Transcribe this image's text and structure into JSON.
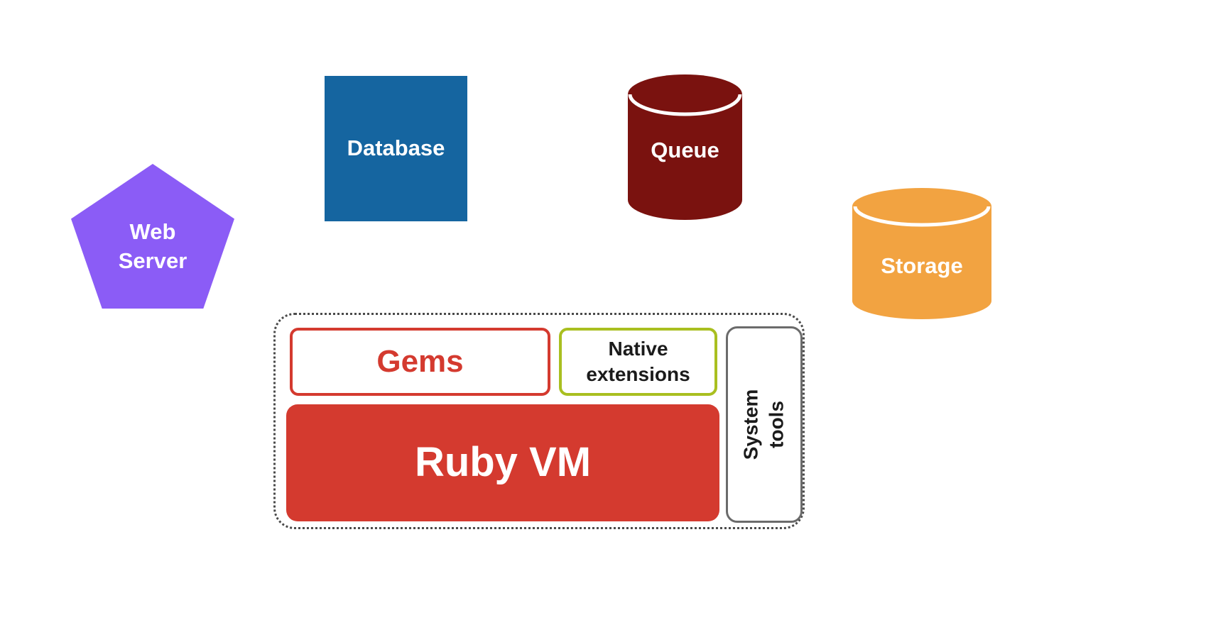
{
  "diagram": {
    "background": "#ffffff",
    "web_server": {
      "label": "Web\nServer",
      "shape": "pentagon",
      "fill": "#8B5CF6",
      "text_color": "#ffffff"
    },
    "database": {
      "label": "Database",
      "shape": "rectangle",
      "fill": "#1565A0",
      "text_color": "#ffffff"
    },
    "queue": {
      "label": "Queue",
      "shape": "cylinder",
      "fill": "#7A120F",
      "text_color": "#ffffff"
    },
    "storage": {
      "label": "Storage",
      "shape": "cylinder",
      "fill": "#F2A341",
      "text_color": "#ffffff"
    },
    "runtime_group": {
      "border_style": "dotted",
      "border_color": "#4a4a4a",
      "gems": {
        "label": "Gems",
        "border_color": "#D43A2F",
        "text_color": "#D43A2F"
      },
      "native_extensions": {
        "label": "Native\nextensions",
        "border_color": "#A9BF20",
        "text_color": "#1b1b1b"
      },
      "system_tools": {
        "label": "System\ntools",
        "border_color": "#6b6b6b",
        "text_color": "#1b1b1b",
        "orientation": "vertical"
      },
      "ruby_vm": {
        "label": "Ruby VM",
        "fill": "#D43A2F",
        "text_color": "#ffffff"
      }
    }
  }
}
